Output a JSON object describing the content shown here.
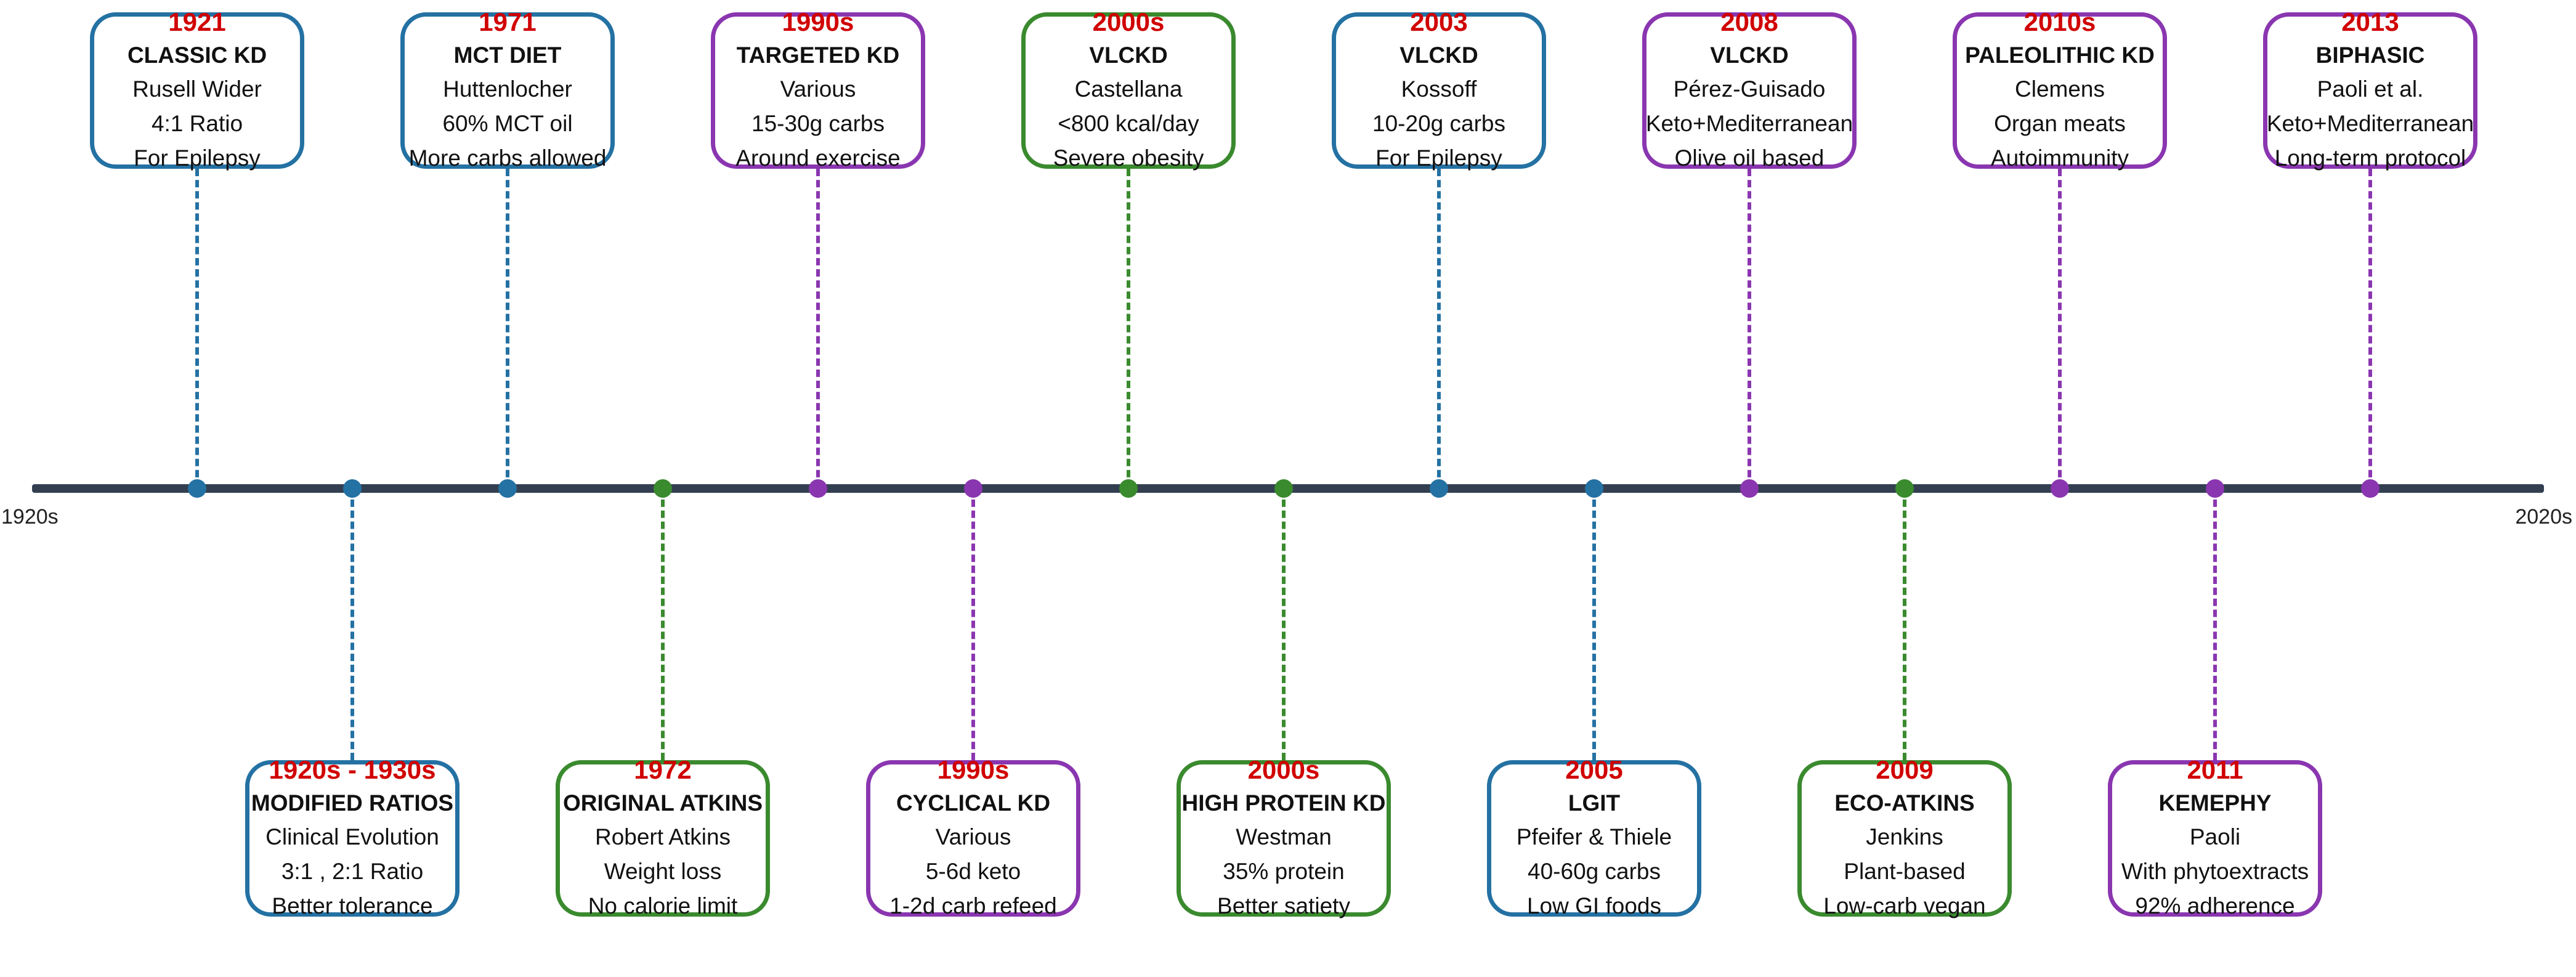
{
  "axis": {
    "start_label": "1920s",
    "end_label": "2020s"
  },
  "colors": {
    "blue": "#2471a3",
    "green": "#3a8a2e",
    "purple": "#8a36b0",
    "year": "#d00000",
    "axis": "#333f50"
  },
  "events": [
    {
      "id": "e1",
      "year": "1921",
      "title": "CLASSIC KD",
      "lines": [
        "Rusell Wider",
        "4:1 Ratio",
        "For Epilepsy"
      ],
      "color": "blue",
      "position": "above"
    },
    {
      "id": "e2",
      "year": "1920s - 1930s",
      "title": "MODIFIED RATIOS",
      "lines": [
        "Clinical Evolution",
        "3:1 , 2:1 Ratio",
        "Better tolerance"
      ],
      "color": "blue",
      "position": "below"
    },
    {
      "id": "e3",
      "year": "1971",
      "title": "MCT DIET",
      "lines": [
        "Huttenlocher",
        "60% MCT oil",
        "More carbs allowed"
      ],
      "color": "blue",
      "position": "above"
    },
    {
      "id": "e4",
      "year": "1972",
      "title": "ORIGINAL ATKINS",
      "lines": [
        "Robert Atkins",
        "Weight loss",
        "No calorie limit"
      ],
      "color": "green",
      "position": "below"
    },
    {
      "id": "e5",
      "year": "1990s",
      "title": "TARGETED KD",
      "lines": [
        "Various",
        "15-30g carbs",
        "Around exercise"
      ],
      "color": "purple",
      "position": "above"
    },
    {
      "id": "e6",
      "year": "1990s",
      "title": "CYCLICAL KD",
      "lines": [
        "Various",
        "5-6d keto",
        "1-2d carb refeed"
      ],
      "color": "purple",
      "position": "below"
    },
    {
      "id": "e7",
      "year": "2000s",
      "title": "VLCKD",
      "lines": [
        "Castellana",
        "<800 kcal/day",
        "Severe obesity"
      ],
      "color": "green",
      "position": "above"
    },
    {
      "id": "e8",
      "year": "2000s",
      "title": "HIGH PROTEIN KD",
      "lines": [
        "Westman",
        "35% protein",
        "Better satiety"
      ],
      "color": "green",
      "position": "below"
    },
    {
      "id": "e9",
      "year": "2003",
      "title": "VLCKD",
      "lines": [
        "Kossoff",
        "10-20g carbs",
        "For Epilepsy"
      ],
      "color": "blue",
      "position": "above"
    },
    {
      "id": "e10",
      "year": "2005",
      "title": "LGIT",
      "lines": [
        "Pfeifer & Thiele",
        "40-60g carbs",
        "Low GI foods"
      ],
      "color": "blue",
      "position": "below"
    },
    {
      "id": "e11",
      "year": "2008",
      "title": "VLCKD",
      "lines": [
        "Pérez-Guisado",
        "Keto+Mediterranean",
        "Olive oil based"
      ],
      "color": "purple",
      "position": "above"
    },
    {
      "id": "e12",
      "year": "2009",
      "title": "ECO-ATKINS",
      "lines": [
        "Jenkins",
        "Plant-based",
        "Low-carb vegan"
      ],
      "color": "green",
      "position": "below"
    },
    {
      "id": "e13",
      "year": "2010s",
      "title": "PALEOLITHIC KD",
      "lines": [
        "Clemens",
        "Organ meats",
        "Autoimmunity"
      ],
      "color": "purple",
      "position": "above"
    },
    {
      "id": "e14",
      "year": "2011",
      "title": "KEMEPHY",
      "lines": [
        "Paoli",
        "With phytoextracts",
        "92% adherence"
      ],
      "color": "purple",
      "position": "below"
    },
    {
      "id": "e15",
      "year": "2013",
      "title": "BIPHASIC",
      "lines": [
        "Paoli et al.",
        "Keto+Mediterranean",
        "Long-term protocol"
      ],
      "color": "purple",
      "position": "above"
    }
  ]
}
